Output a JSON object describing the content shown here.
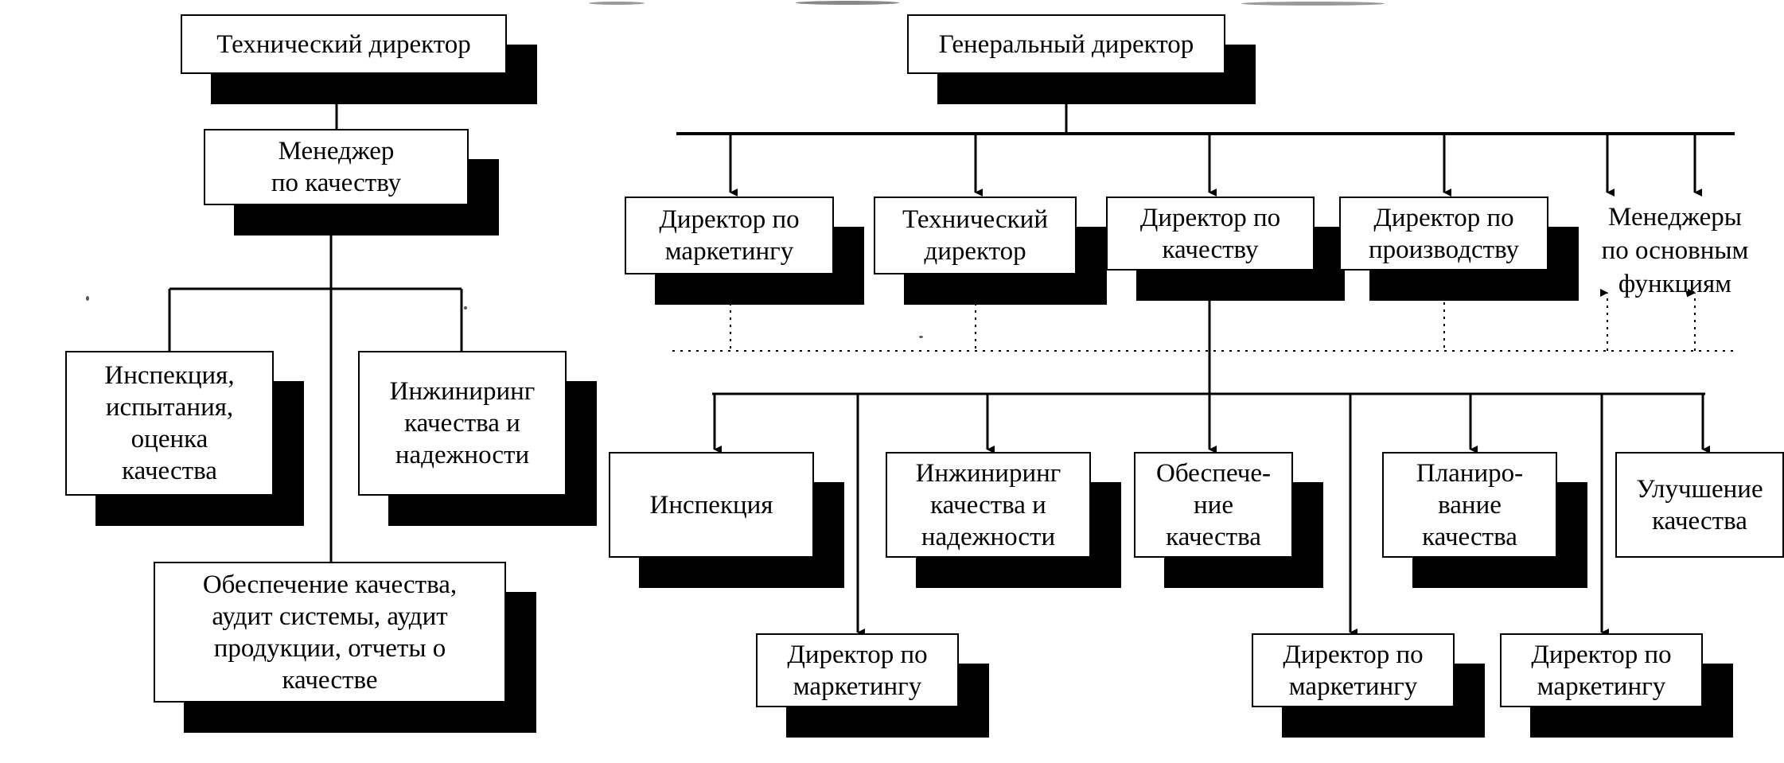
{
  "left": {
    "tech_director": "Технический директор",
    "quality_manager": "Менеджер\nпо качеству",
    "inspection": "Инспекция,\nиспытания,\nоценка\nкачества",
    "engineering": "Инжиниринг\nкачества и\nнадежности",
    "assurance": "Обеспечение качества,\nаудит системы, аудит\nпродукции, отчеты о\nкачестве"
  },
  "right": {
    "general_director": "Генеральный директор",
    "marketing_director": "Директор по\nмаркетингу",
    "tech_director": "Технический\nдиректор",
    "quality_director": "Директор по\nкачеству",
    "production_director": "Директор по\nпроизводству",
    "function_managers": "Менеджеры\nпо основным\nфункциям",
    "inspection": "Инспекция",
    "engineering": "Инжиниринг\nкачества и\nнадежности",
    "assurance": "Обеспече-\nние\nкачества",
    "planning": "Планиро-\nвание\nкачества",
    "improvement": "Улучшение\nкачества",
    "bottom_marketing_1": "Директор по\nмаркетингу",
    "bottom_marketing_2": "Директор по\nмаркетингу",
    "bottom_marketing_3": "Директор по\nмаркетингу"
  }
}
